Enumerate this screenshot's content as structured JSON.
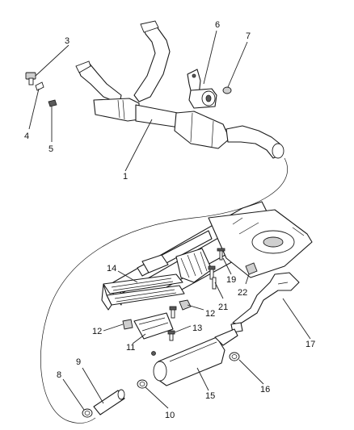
{
  "callouts": [
    {
      "id": "c1",
      "label": "1"
    },
    {
      "id": "c3",
      "label": "3"
    },
    {
      "id": "c4",
      "label": "4"
    },
    {
      "id": "c5",
      "label": "5"
    },
    {
      "id": "c6",
      "label": "6"
    },
    {
      "id": "c7",
      "label": "7"
    },
    {
      "id": "c8",
      "label": "8"
    },
    {
      "id": "c9",
      "label": "9"
    },
    {
      "id": "c10",
      "label": "10"
    },
    {
      "id": "c11",
      "label": "11"
    },
    {
      "id": "c12a",
      "label": "12"
    },
    {
      "id": "c12b",
      "label": "12"
    },
    {
      "id": "c13",
      "label": "13"
    },
    {
      "id": "c14",
      "label": "14"
    },
    {
      "id": "c15",
      "label": "15"
    },
    {
      "id": "c16",
      "label": "16"
    },
    {
      "id": "c17",
      "label": "17"
    },
    {
      "id": "c19",
      "label": "19"
    },
    {
      "id": "c21",
      "label": "21"
    },
    {
      "id": "c22",
      "label": "22"
    }
  ]
}
